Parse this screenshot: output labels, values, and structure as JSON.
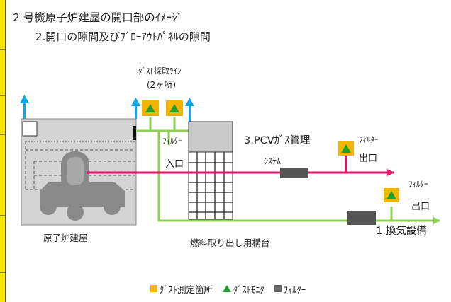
{
  "colors": {
    "air_arrow": "#0ea5e9",
    "pink_line": "#e8116a",
    "green_line": "#8cd050",
    "dust_point": "#f6b400",
    "dust_monitor": "#22a02f",
    "filter": "#555555",
    "building_fill": "#d4d4d4",
    "reactor_shape": "#8a8a8a",
    "sidebar": "#f7e600"
  },
  "icons": [
    "up-arrow-icon",
    "filter-box-icon",
    "dust-monitor-triangle-icon",
    "dust-point-square-icon"
  ],
  "texts": {
    "title": "2 号機原子炉建屋の開口部のｲﾒｰｼﾞ",
    "subtitle": "2.開口の隙間及びﾌﾞﾛｰｱｳﾄﾊﾟﾈﾙの隙間",
    "dust_line_1": "ﾀﾞｽﾄ採取ﾗｲﾝ",
    "dust_line_2": "(2ヶ所)",
    "filter_top": "ﾌｨﾙﾀｰ",
    "entrance": "入口",
    "pcv_gas": "3.PCVｶﾞｽ管理",
    "system": "ｼｽﾃﾑ",
    "filter_pcv": "ﾌｨﾙﾀｰ",
    "outlet_pcv": "出口",
    "filter_vent": "ﾌｨﾙﾀｰ",
    "outlet_vent": "出口",
    "ventilation": "1.換気設備",
    "reactor_building": "原子炉建屋",
    "fuel_structure": "燃料取り出し用構台"
  },
  "legend": {
    "dust_point": "ﾀﾞｽﾄ測定箇所",
    "dust_monitor": "ﾀﾞｽﾄﾓﾆﾀ",
    "filter": "ﾌｨﾙﾀｰ"
  }
}
